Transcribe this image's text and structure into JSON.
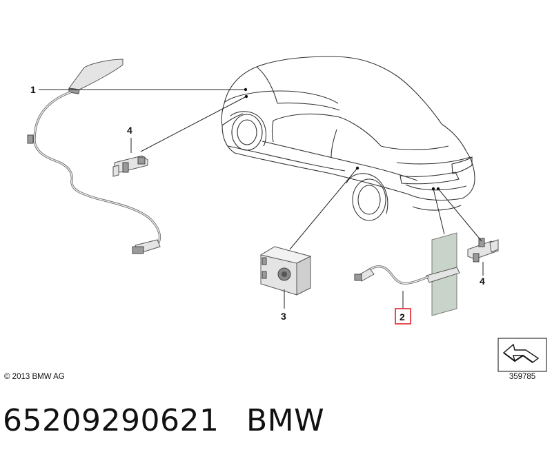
{
  "diagram": {
    "callouts": [
      {
        "id": "1",
        "label": "1"
      },
      {
        "id": "2",
        "label": "2",
        "highlighted": true
      },
      {
        "id": "3",
        "label": "3"
      },
      {
        "id": "4a",
        "label": "4"
      },
      {
        "id": "4b",
        "label": "4"
      }
    ],
    "highlight_color": "#e0202a"
  },
  "footer": {
    "copyright": "© 2013 BMW AG",
    "reference_number": "359785"
  },
  "caption": {
    "part_number": "65209290621",
    "brand": "BMW"
  }
}
